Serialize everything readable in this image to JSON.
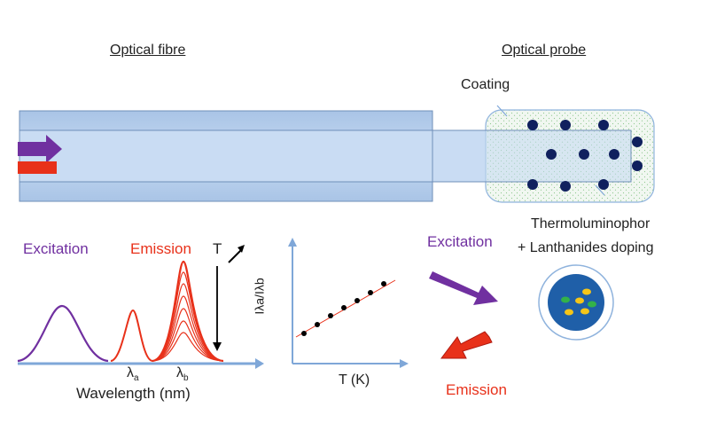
{
  "headings": {
    "fibre": "Optical fibre",
    "probe": "Optical probe"
  },
  "probe": {
    "coating": "Coating",
    "material_line1": "Thermoluminophor",
    "material_line2": "+ Lanthanides doping"
  },
  "spectrum": {
    "excitation": "Excitation",
    "emission": "Emission",
    "temperature": "T",
    "lambda_a": "λ",
    "lambda_a_sub": "a",
    "lambda_b": "λ",
    "lambda_b_sub": "b",
    "xlabel": "Wavelength (nm)"
  },
  "ratio_plot": {
    "ylabel": "Iλa/Iλb",
    "xlabel": "T (K)"
  },
  "arrows": {
    "excitation": "Excitation",
    "emission": "Emission"
  },
  "colors": {
    "excitation": "#7030a0",
    "emission": "#e8311a",
    "fibre": "#bcd3ee",
    "axis": "#7fa7d8",
    "dot": "#10205e"
  }
}
